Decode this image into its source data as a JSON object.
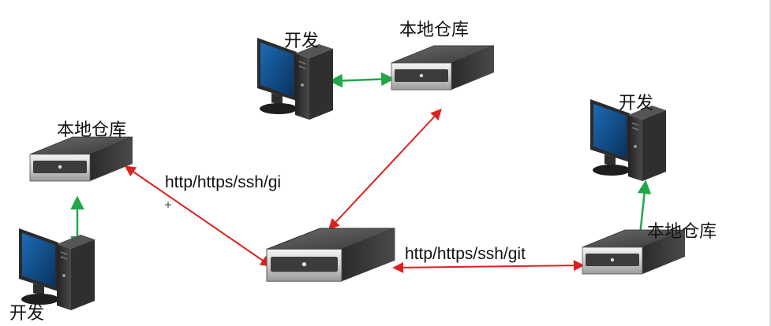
{
  "labels": {
    "dev_top": "开发",
    "repo_top": "本地仓库",
    "repo_left": "本地仓库",
    "dev_bottom_left": "开发",
    "dev_right": "开发",
    "repo_right": "本地仓库",
    "protocol_left": "http/https/ssh/gi",
    "protocol_right": "http/https/ssh/git"
  },
  "colors": {
    "link_red": "#e02020",
    "link_green": "#22a64a",
    "monitor_screen": "#0b4a8a"
  },
  "icons": {
    "computer": "desktop-computer-icon",
    "server": "server-box-icon"
  }
}
